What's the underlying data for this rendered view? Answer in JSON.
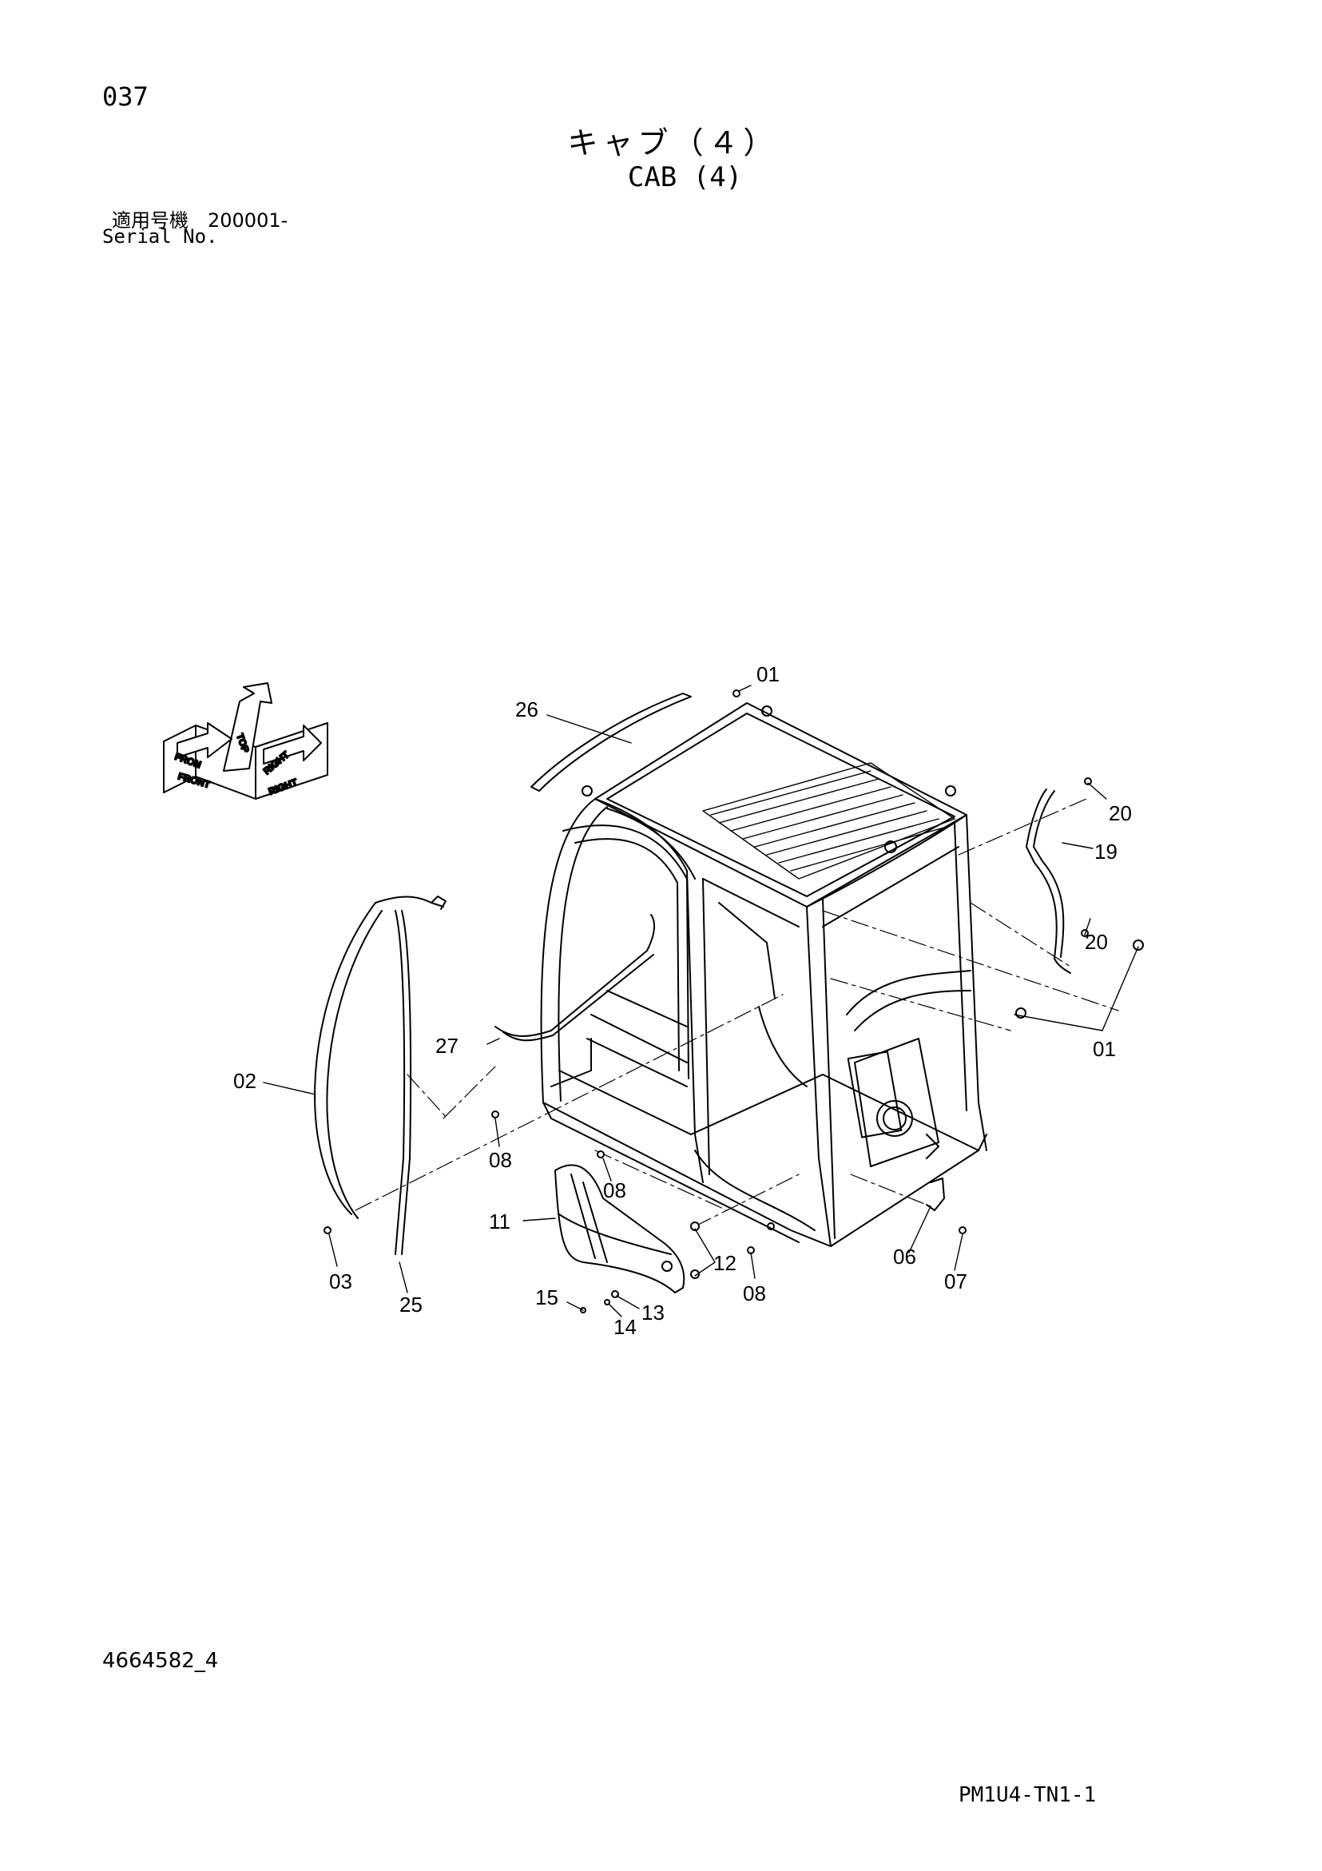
{
  "header": {
    "page_number": "037",
    "title_ja": "キャブ（４）",
    "title_en": "CAB (4)",
    "serial_ja": "適用号機　200001-",
    "serial_en": "Serial No."
  },
  "orientation_icon": {
    "labels": [
      "FRONT",
      "FRON",
      "TOP",
      "RIGHT",
      "RIGHT"
    ]
  },
  "callouts": [
    "01",
    "26",
    "20",
    "19",
    "20",
    "01",
    "27",
    "02",
    "08",
    "08",
    "11",
    "12",
    "08",
    "06",
    "07",
    "03",
    "25",
    "15",
    "14",
    "13"
  ],
  "footer": {
    "drawing_number": "4664582_4",
    "sheet_code": "PM1U4-TN1-1"
  },
  "colors": {
    "ink": "#000000",
    "paper": "#ffffff"
  }
}
